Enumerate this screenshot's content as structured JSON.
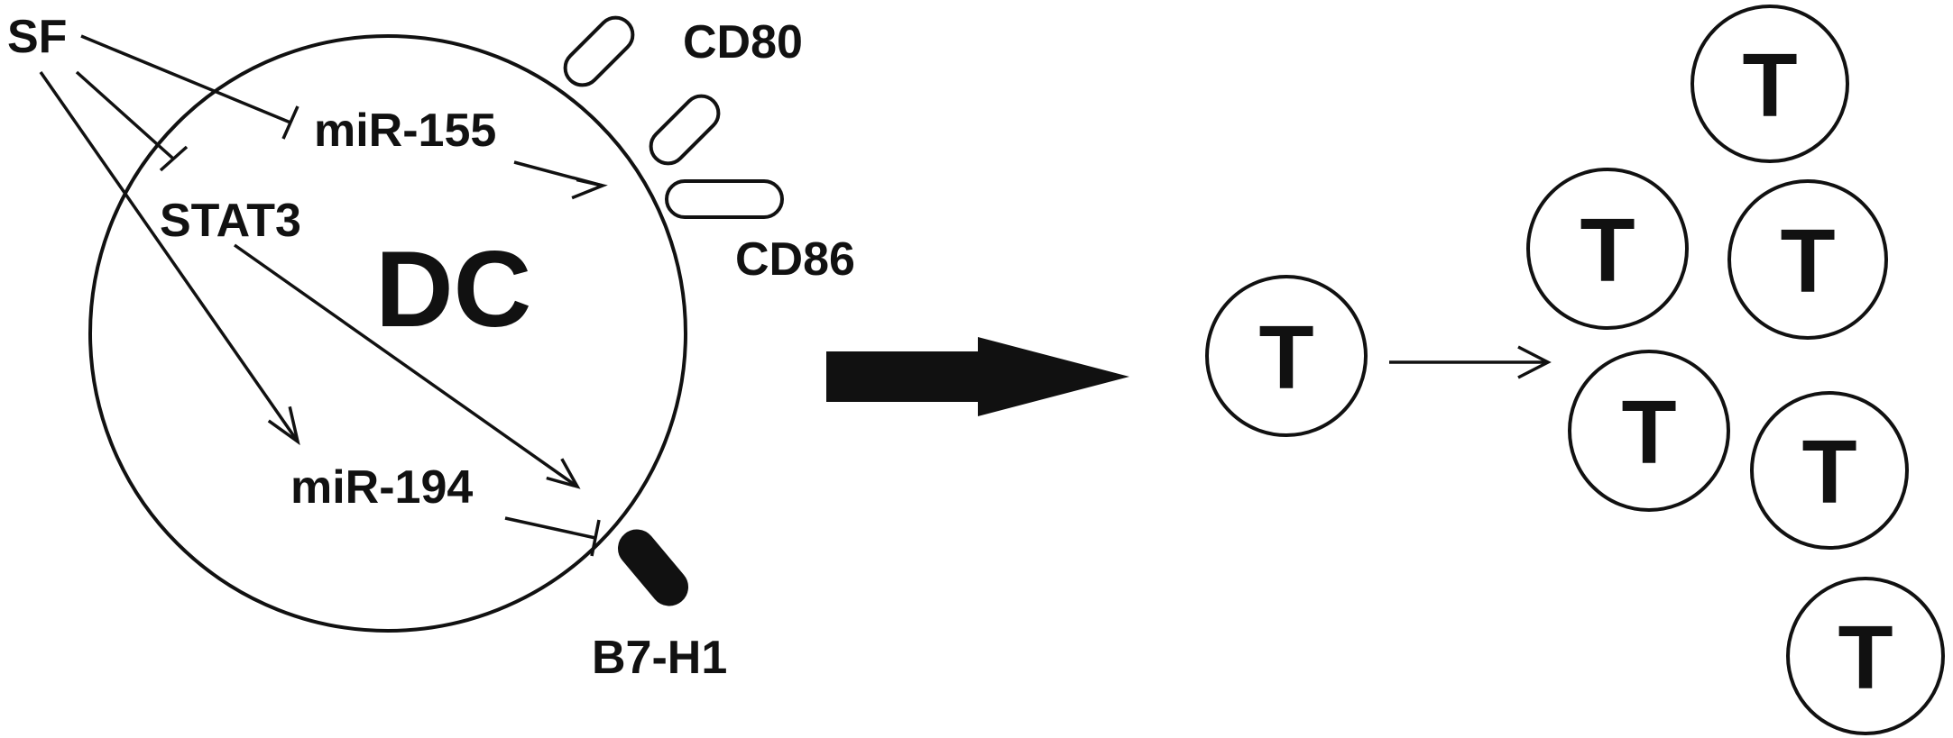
{
  "labels": {
    "sf": "SF",
    "mir155": "miR-155",
    "stat3": "STAT3",
    "mir194": "miR-194",
    "dc": "DC",
    "cd80": "CD80",
    "cd86": "CD86",
    "b7h1": "B7-H1"
  },
  "t_cell_label": "T",
  "colors": {
    "stroke": "#111111",
    "background": "#ffffff",
    "b7h1_fill": "#111111"
  }
}
